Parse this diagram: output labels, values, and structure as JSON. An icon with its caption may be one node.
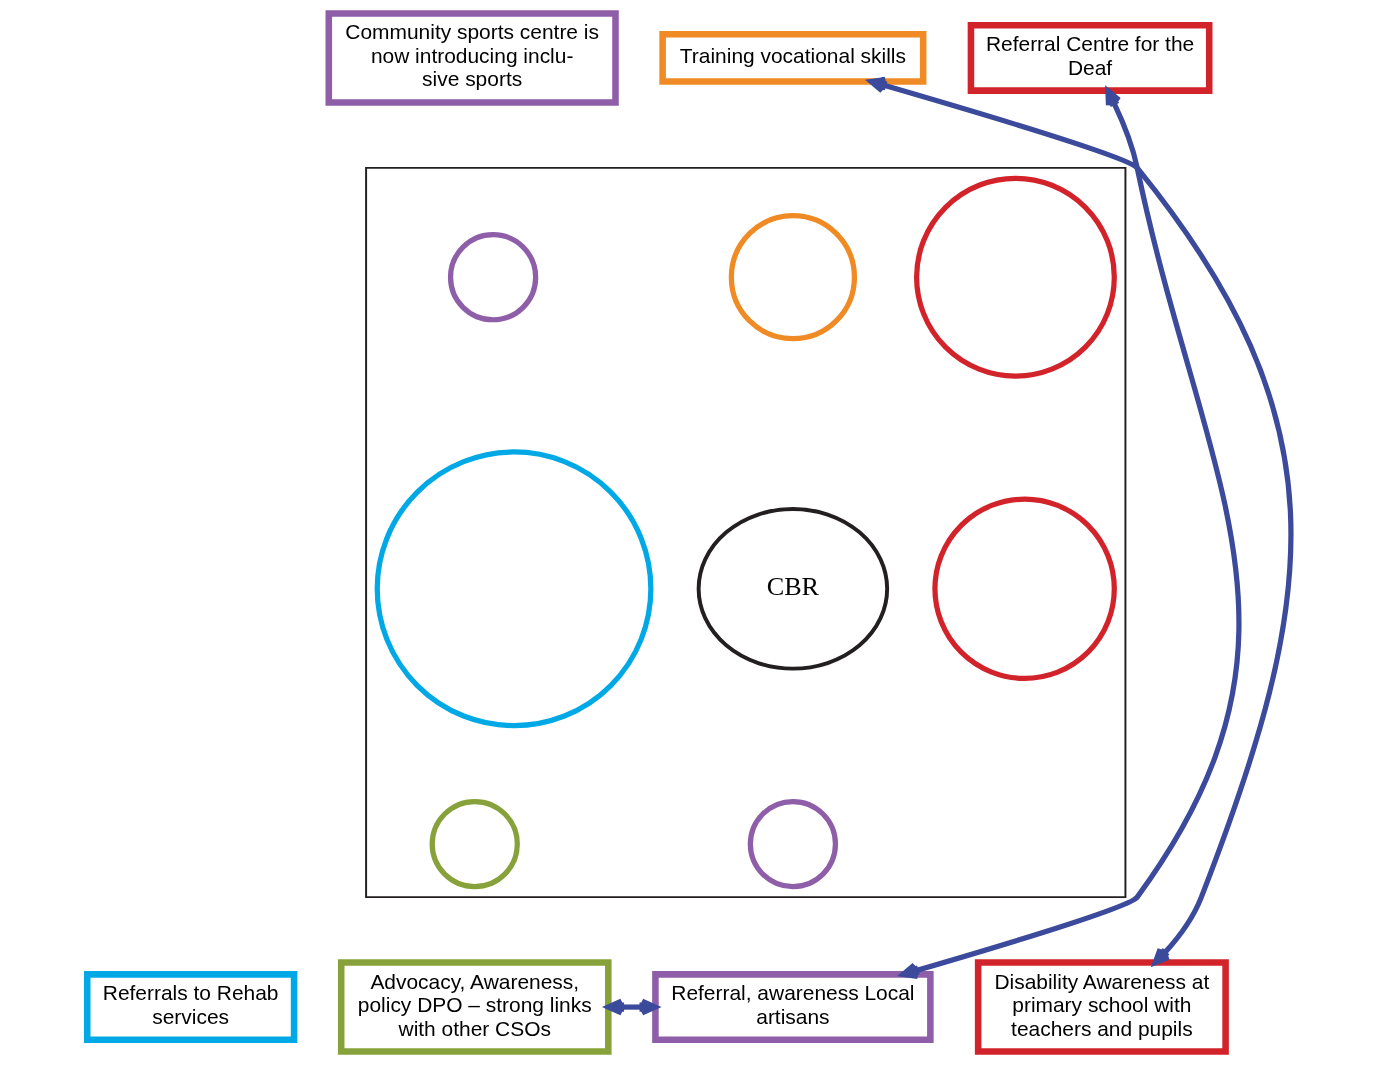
{
  "diagram": {
    "nodes": [
      {
        "text": [
          "Community sports centre is now introducing inclu- sive sports"
        ]
      },
      {
        "text": [
          "Training vocational skills"
        ]
      },
      {
        "text": [
          "Referral Centre for the Deaf"
        ]
      },
      {
        "text": [],
        "shape": "box"
      },
      {
        "text": [],
        "shape": "circle",
        "in": 3
      },
      {
        "text": [],
        "shape": "circle",
        "in": 3
      },
      {
        "text": [],
        "shape": "circle",
        "in": 3
      },
      {
        "text": [],
        "shape": "circle",
        "in": 3
      },
      {
        "text": [
          "CBR"
        ],
        "in": 3
      },
      {
        "text": [],
        "shape": "circle",
        "in": 3
      },
      {
        "text": [],
        "shape": "circle",
        "in": 3
      },
      {
        "text": [],
        "shape": "circle",
        "in": 3
      },
      {
        "text": [
          "Referrals to Rehab services"
        ]
      },
      {
        "text": [
          "Advocacy, Awareness, policy DPO – strong links with other CSOs"
        ]
      },
      {
        "text": [
          "Referral, awareness Local artisans"
        ]
      },
      {
        "text": [
          "Disability Awareness at primary school with teachers and pupils"
        ]
      }
    ],
    "edges": [
      {
        "from": 15,
        "to": 1,
        "arrow": "both"
      },
      {
        "from": 14,
        "to": 2,
        "arrow": "both"
      },
      {
        "from": 13,
        "to": 14,
        "arrow": "both"
      }
    ]
  }
}
